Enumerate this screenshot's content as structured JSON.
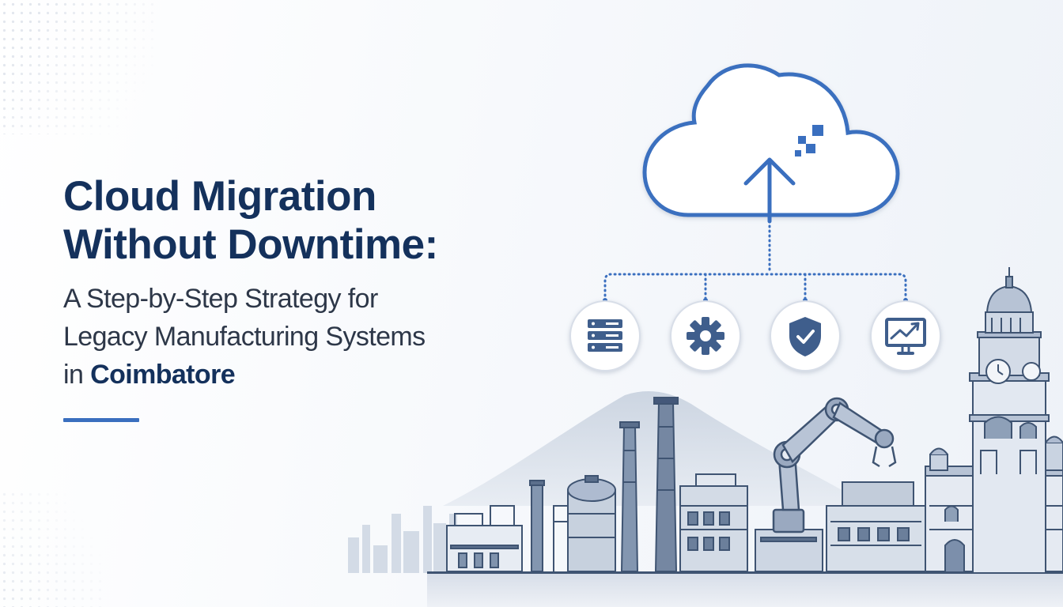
{
  "headline": {
    "line1": "Cloud Migration",
    "line2": "Without Downtime:"
  },
  "subheadline": {
    "line1": "A Step-by-Step Strategy for",
    "line2": "Legacy Manufacturing Systems",
    "line3_prefix": "in ",
    "line3_highlight": "Coimbatore"
  },
  "icons": {
    "cloud": "cloud-upload-icon",
    "nodes": [
      "server-icon",
      "gear-icon",
      "shield-check-icon",
      "monitor-chart-icon"
    ],
    "illustration": [
      "mountain",
      "factory-chimneys",
      "robotic-arm",
      "clock-tower"
    ]
  },
  "colors": {
    "title": "#14315c",
    "accent": "#3a6fbf",
    "body_text": "#2d3748",
    "illustration": "#3f5472"
  }
}
